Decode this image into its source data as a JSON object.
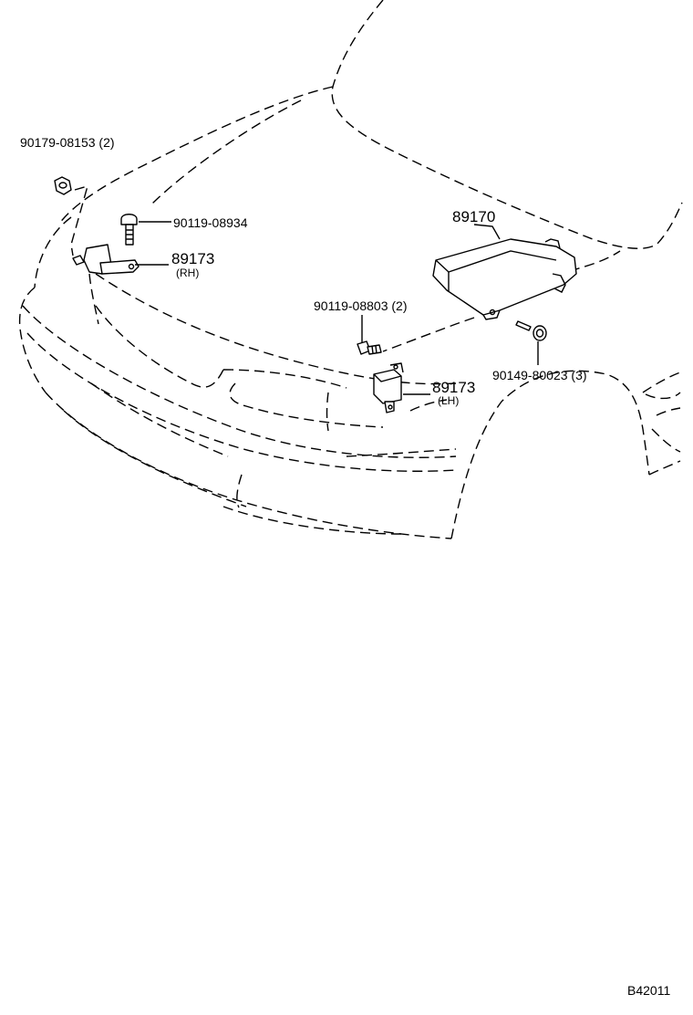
{
  "parts": {
    "nut_upper_left": {
      "number": "90179-08153",
      "qty": "(2)"
    },
    "bolt_upper_left": {
      "number": "90119-08934"
    },
    "sensor_rh": {
      "number": "89173",
      "side": "(RH)"
    },
    "airbag_module": {
      "number": "89170"
    },
    "bolt_center": {
      "number": "90119-08803",
      "qty": "(2)"
    },
    "screw_right": {
      "number": "90149-80023",
      "qty": "(3)"
    },
    "sensor_lh": {
      "number": "89173",
      "side": "(LH)"
    }
  },
  "diagram_code": "B42011"
}
